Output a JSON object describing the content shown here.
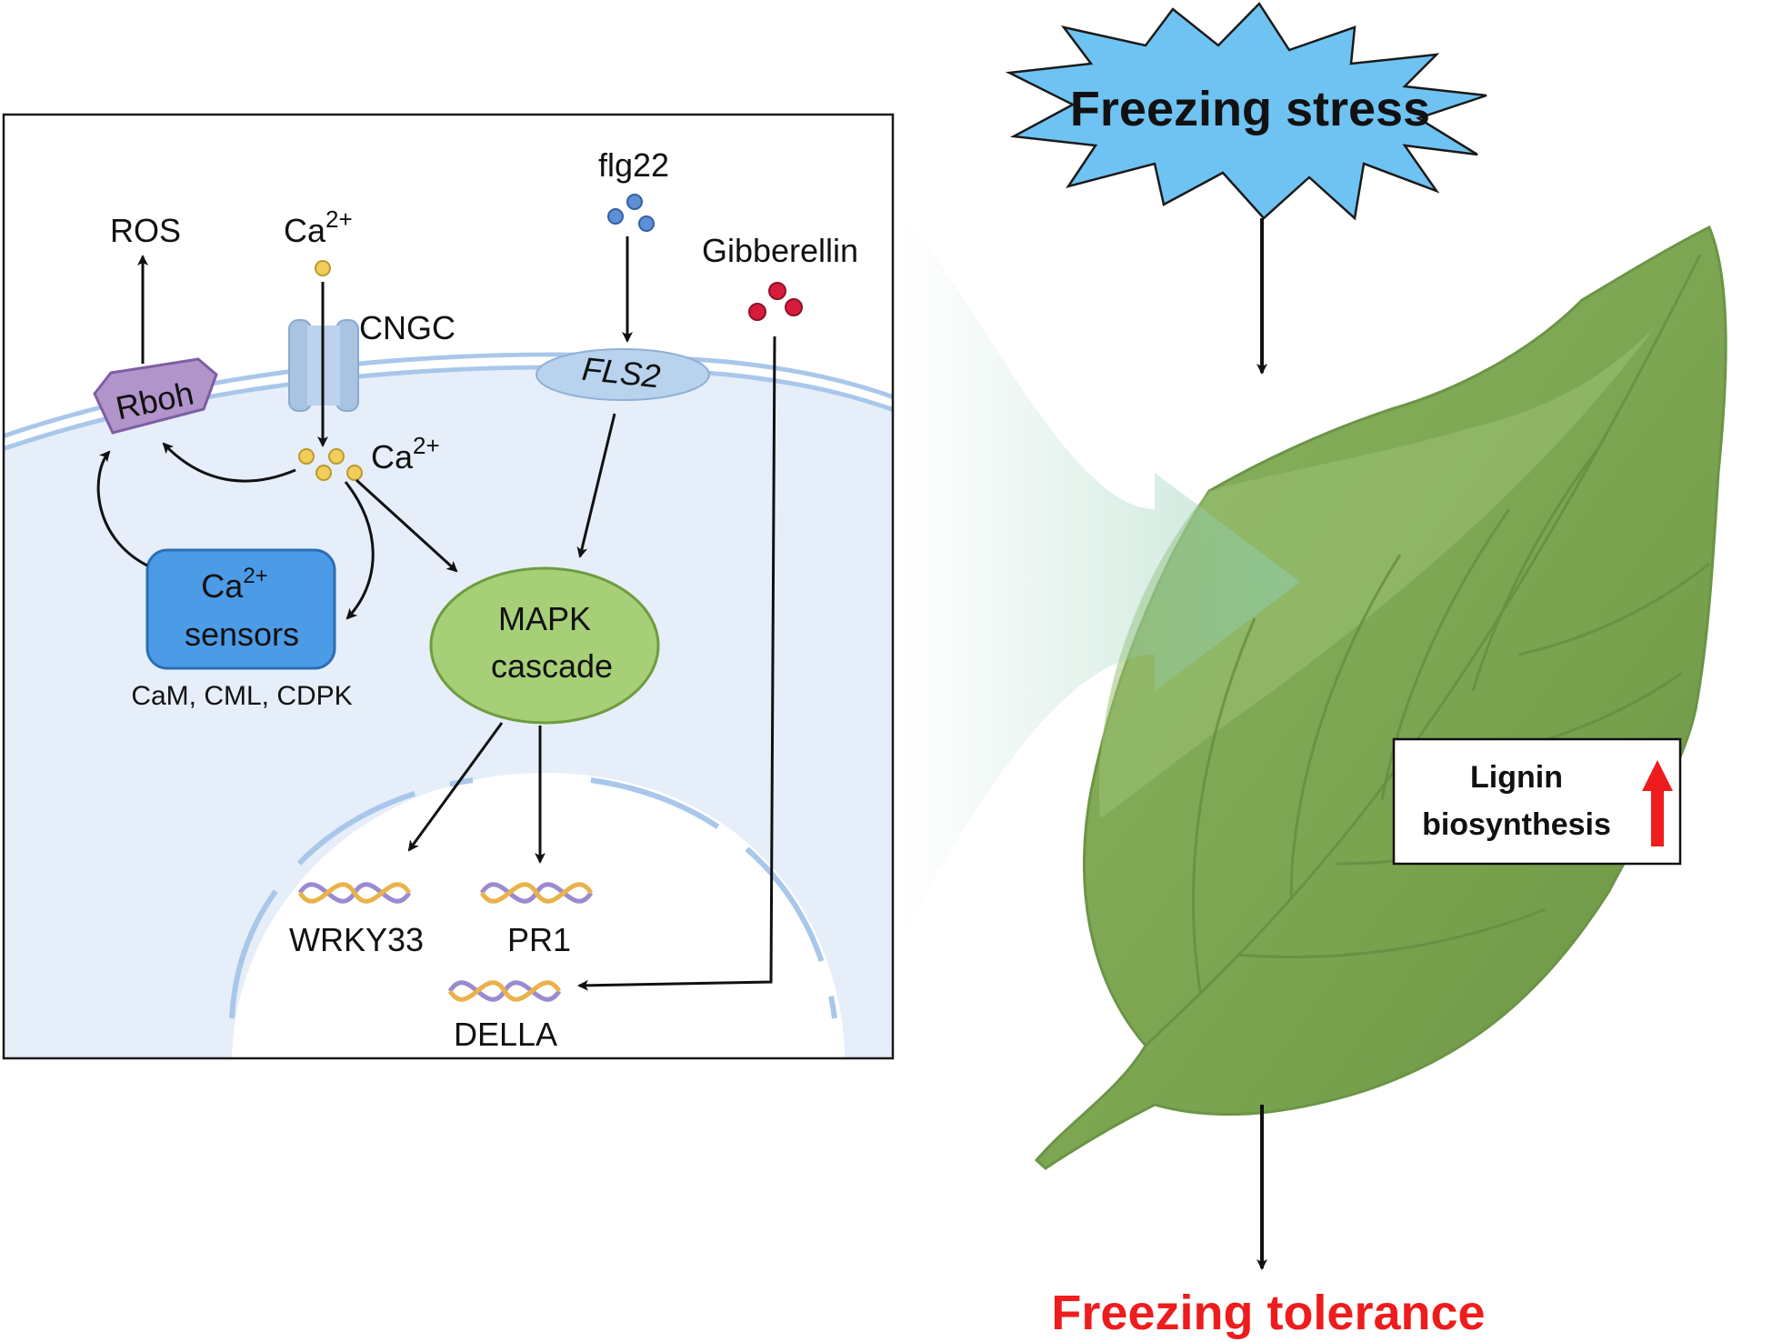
{
  "stress": {
    "label": "Freezing stress"
  },
  "outcome": {
    "label": "Freezing tolerance",
    "color": "#ee1c1c"
  },
  "leaf_box": {
    "line1": "Lignin",
    "line2": "biosynthesis",
    "arrow_color": "#ee1c1c"
  },
  "cell": {
    "ros": "ROS",
    "ca_top": {
      "base": "Ca",
      "sup": "2+"
    },
    "ca_mid": {
      "base": "Ca",
      "sup": "2+"
    },
    "cngc": "CNGC",
    "flg22": "flg22",
    "gibberellin": "Gibberellin",
    "rboh": "Rboh",
    "fls2": "FLS2",
    "sensors": {
      "base": "Ca",
      "sup": "2+",
      "line2": "sensors"
    },
    "sensor_list": "CaM, CML, CDPK",
    "mapk": {
      "line1": "MAPK",
      "line2": "cascade"
    },
    "genes": [
      "WRKY33",
      "PR1",
      "DELLA"
    ]
  },
  "colors": {
    "cell_bg": "#e6eef9",
    "membrane": "#a9c7ea",
    "ca_dot": "#f2cd5c",
    "flg22_dot": "#5b8fd6",
    "gibberellin_dot": "#d81b3c",
    "sensor_box": "#4c9be6",
    "mapk": "#a6cf77",
    "rboh": "#b194c9",
    "leaf": "#7ea553",
    "burst": "#6fc3f2"
  }
}
